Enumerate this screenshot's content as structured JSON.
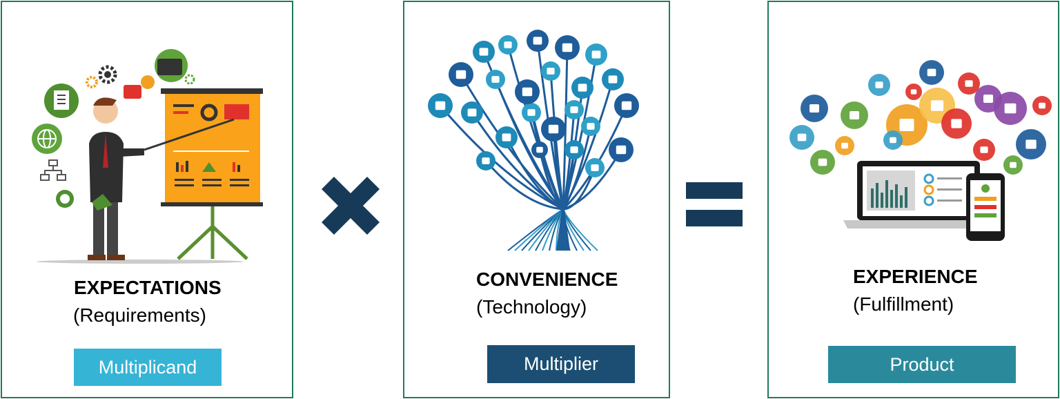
{
  "panels": [
    {
      "title": "EXPECTATIONS",
      "subtitle": "(Requirements)",
      "badge": "Multiplicand",
      "badge_color": "#35b4d6"
    },
    {
      "title": "CONVENIENCE",
      "subtitle": "(Technology)",
      "badge": "Multiplier",
      "badge_color": "#1b4e72"
    },
    {
      "title": "EXPERIENCE",
      "subtitle": "(Fulfillment)",
      "badge": "Product",
      "badge_color": "#2a8a9c"
    }
  ],
  "operators": {
    "times_icon": "multiply-icon",
    "equals_icon": "equals-icon",
    "color": "#173a59"
  },
  "colors": {
    "border": "#1f7a5c",
    "board": "#f9a21a",
    "tree": "#1e5c9a"
  }
}
